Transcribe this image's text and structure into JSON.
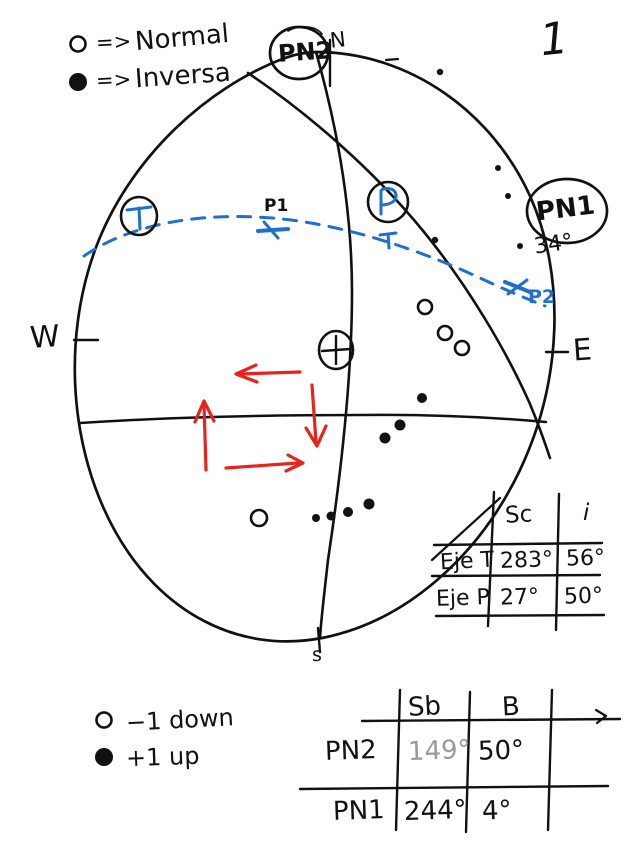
{
  "page": {
    "number": "1",
    "kind": "hand-drawn stereonet / fault plane solution sketch"
  },
  "legend_top": {
    "open_symbol": "o",
    "open_arrow": "=>",
    "open_label": "Normal",
    "filled_symbol": "●",
    "filled_arrow": "=>",
    "filled_label": "Inversa"
  },
  "legend_bottom": {
    "open_symbol": "o",
    "open_label": "−1 down",
    "filled_symbol": "●",
    "filled_label": "+1 up"
  },
  "stereonet": {
    "compass": {
      "north": "N",
      "south": "s",
      "east": "E",
      "west": "W"
    },
    "center_symbol": "+",
    "labels": {
      "plane_2": "PN2",
      "plane_1": "PN1",
      "plane_1_dip": "34°",
      "axis_t": "T",
      "axis_p": "P",
      "pole_1": "P1",
      "pole_2": "P2"
    }
  },
  "table_axes": {
    "columns": [
      "",
      "Sc",
      "i"
    ],
    "rows": [
      {
        "label": "Eje T",
        "sc": "283°",
        "i": "56°"
      },
      {
        "label": "Eje P",
        "sc": "27°",
        "i": "50°"
      }
    ]
  },
  "table_planes": {
    "columns": [
      "",
      "Sb",
      "B"
    ],
    "rows": [
      {
        "label": "PN2",
        "sb": "149°",
        "b": "50°"
      },
      {
        "label": "PN1",
        "sb": "244°",
        "b": "4°"
      }
    ]
  },
  "colors": {
    "ink": "#111111",
    "blue": "#1d6fd0",
    "red": "#e8231b",
    "faded": "#9a9a9a",
    "paper": "#ffffff"
  }
}
